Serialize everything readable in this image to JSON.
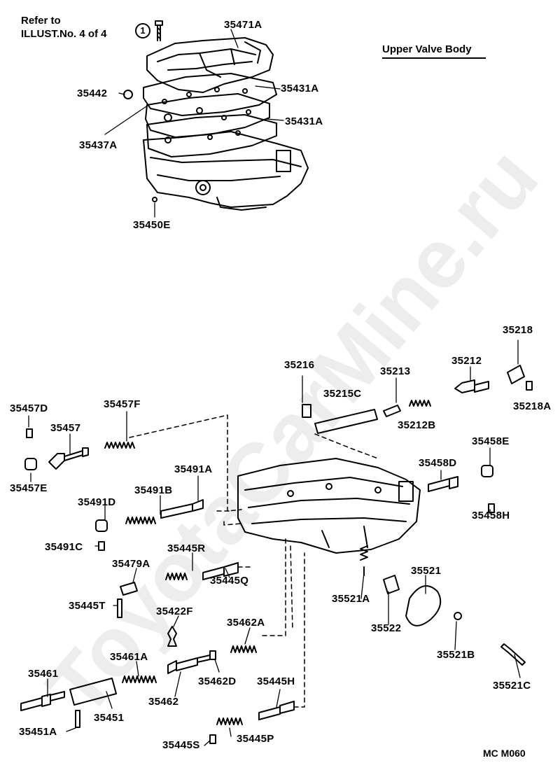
{
  "reference": {
    "line1": "Refer to",
    "line2": "ILLUST.No. 4 of 4",
    "circled": "1"
  },
  "title": "Upper Valve Body",
  "watermark": "ToyotaCarMine.ru",
  "code": "MC  M060",
  "labels": {
    "p35471A": "35471A",
    "p35442": "35442",
    "p35431A_1": "35431A",
    "p35431A_2": "35431A",
    "p35437A": "35437A",
    "p35450E": "35450E",
    "p35218": "35218",
    "p35216": "35216",
    "p35213": "35213",
    "p35212": "35212",
    "p35215C": "35215C",
    "p35212B": "35212B",
    "p35218A": "35218A",
    "p35457D": "35457D",
    "p35457F": "35457F",
    "p35457": "35457",
    "p35457E": "35457E",
    "p35458E": "35458E",
    "p35458D": "35458D",
    "p35458H": "35458H",
    "p35491A": "35491A",
    "p35491B": "35491B",
    "p35491D": "35491D",
    "p35491C": "35491C",
    "p35445R": "35445R",
    "p35479A": "35479A",
    "p35445Q": "35445Q",
    "p35445T": "35445T",
    "p35521": "35521",
    "p35521A": "35521A",
    "p35522": "35522",
    "p35422F": "35422F",
    "p35462A": "35462A",
    "p35521B": "35521B",
    "p35461A": "35461A",
    "p35461": "35461",
    "p35462D": "35462D",
    "p35445H": "35445H",
    "p35462": "35462",
    "p35451": "35451",
    "p35521C": "35521C",
    "p35451A": "35451A",
    "p35445S": "35445S",
    "p35445P": "35445P"
  }
}
